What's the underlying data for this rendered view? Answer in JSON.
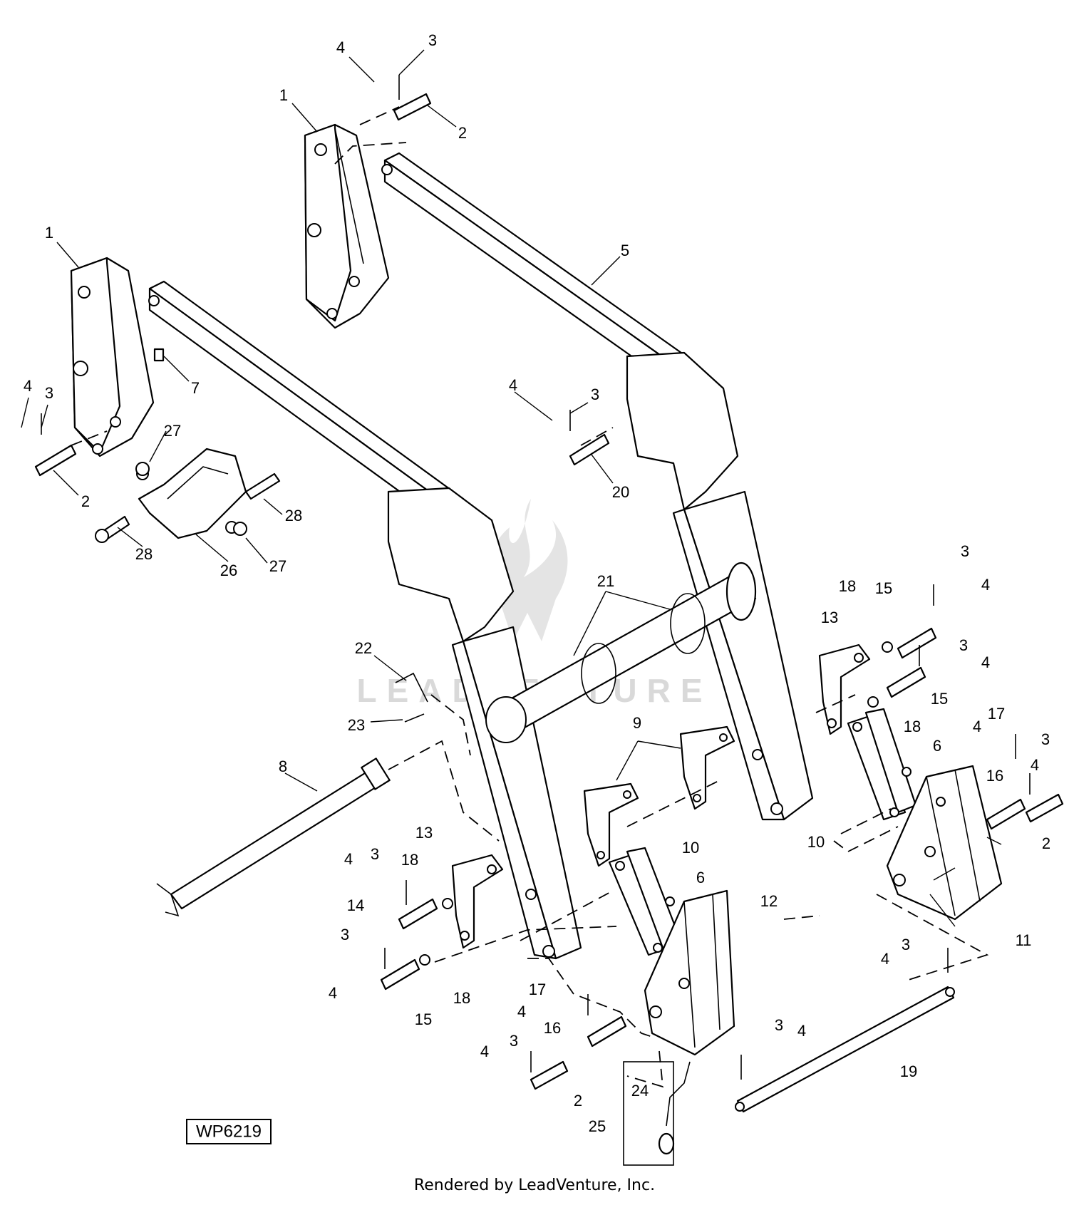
{
  "figure_id": "WP6219",
  "watermark": "LEADVENTURE",
  "footer": "Rendered by LeadVenture, Inc.",
  "callouts": [
    "1",
    "2",
    "3",
    "4",
    "5",
    "6",
    "7",
    "8",
    "9",
    "10",
    "11",
    "12",
    "13",
    "14",
    "15",
    "16",
    "17",
    "18",
    "19",
    "20",
    "21",
    "22",
    "23",
    "24",
    "25",
    "26",
    "27",
    "28"
  ]
}
